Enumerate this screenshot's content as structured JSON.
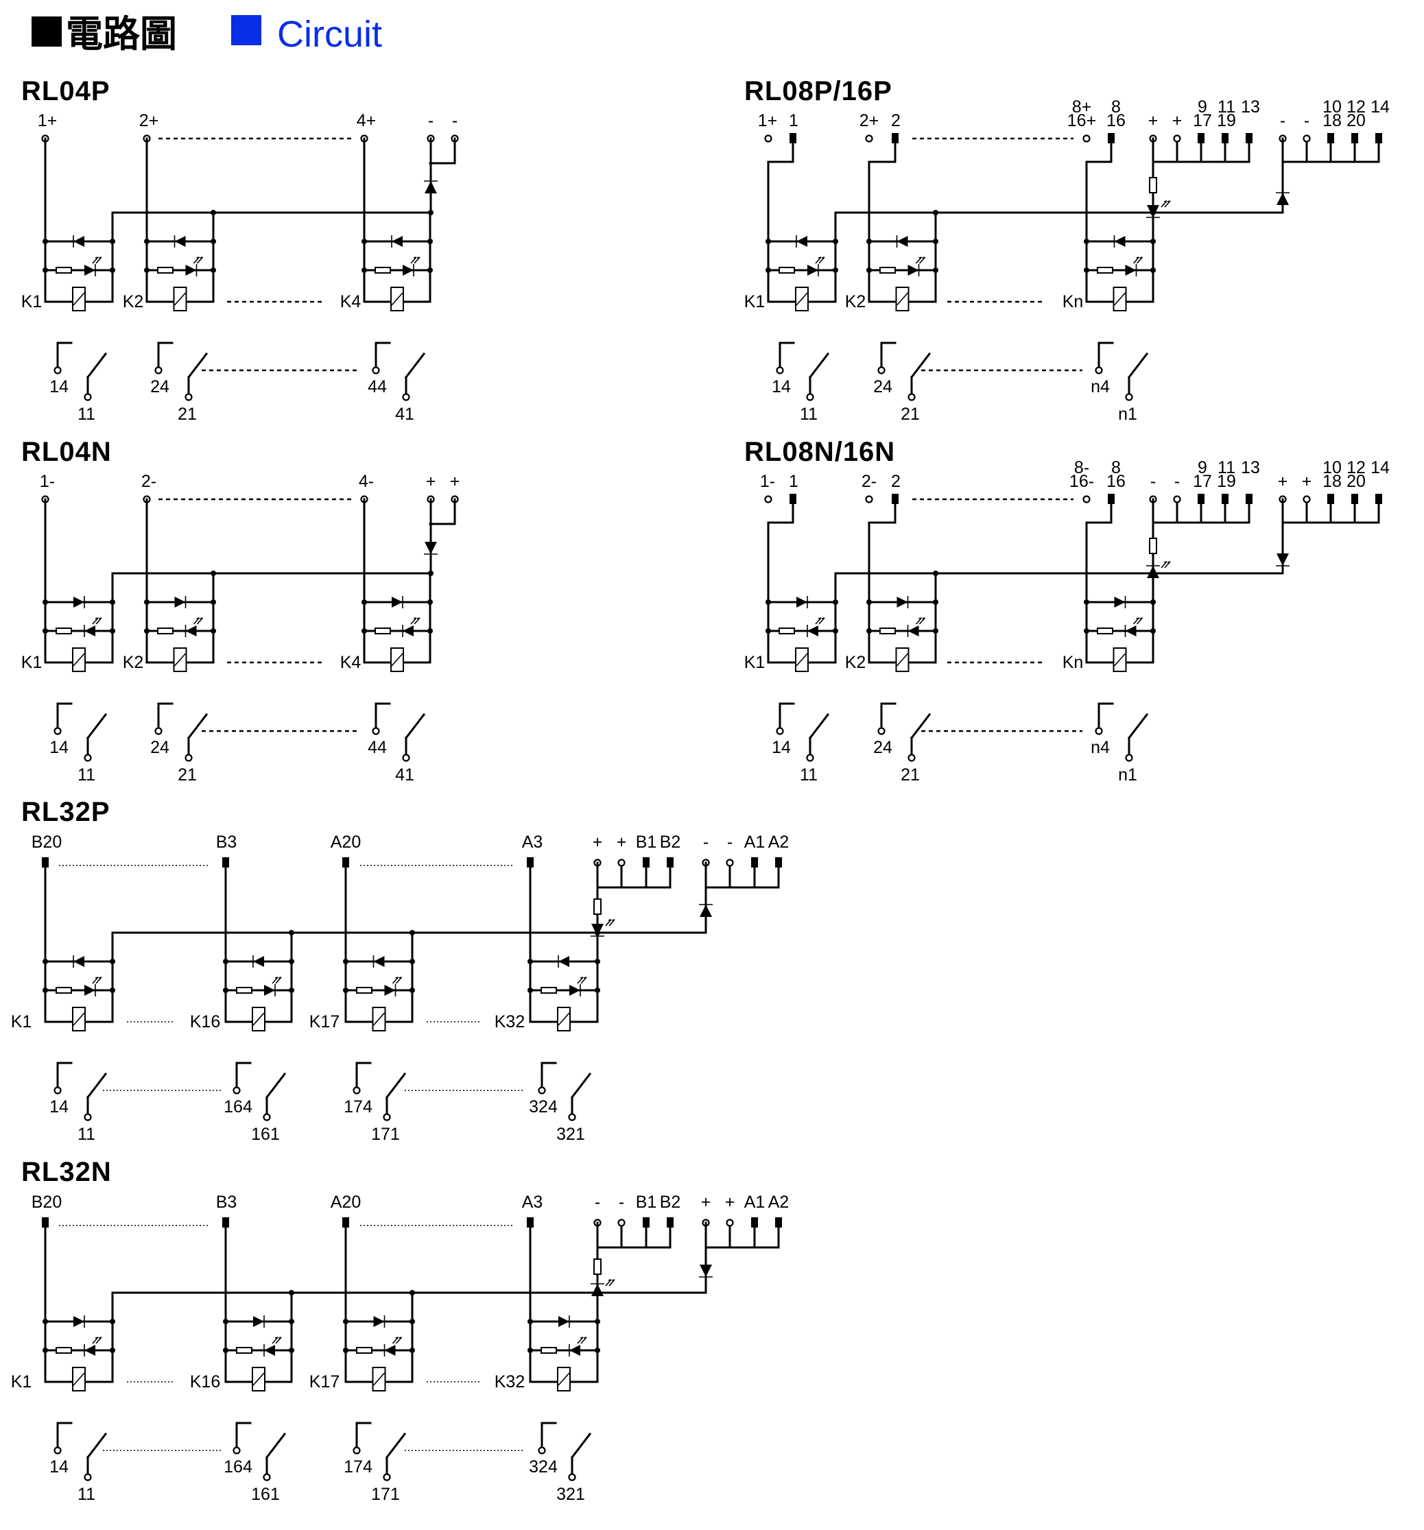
{
  "header": {
    "zh": "電路圖",
    "en": "Circuit",
    "accent": "#0a2ee6"
  },
  "titles": [
    "RL04P",
    "RL08P/16P",
    "RL04N",
    "RL08N/16N",
    "RL32P",
    "RL32N"
  ],
  "rl04p": {
    "top": [
      "1+",
      "2+",
      "4+",
      "-",
      "-"
    ],
    "relays": [
      "K1",
      "K2",
      "K4"
    ],
    "no": [
      "14",
      "24",
      "44"
    ],
    "com": [
      "11",
      "21",
      "41"
    ]
  },
  "rl04n": {
    "top": [
      "1-",
      "2-",
      "4-",
      "+",
      "+"
    ],
    "relays": [
      "K1",
      "K2",
      "K4"
    ],
    "no": [
      "14",
      "24",
      "44"
    ],
    "com": [
      "11",
      "21",
      "41"
    ]
  },
  "rl08p": {
    "a": [
      "1+",
      "2+",
      "8+",
      "16+",
      "+",
      "+",
      "-",
      "-"
    ],
    "b": [
      "1",
      "2",
      "8",
      "16",
      "9",
      "11",
      "13",
      "17",
      "19",
      "10",
      "12",
      "14",
      "18",
      "20"
    ],
    "relays": [
      "K1",
      "K2",
      "Kn"
    ],
    "no": [
      "14",
      "24",
      "n4"
    ],
    "com": [
      "11",
      "21",
      "n1"
    ]
  },
  "rl08n": {
    "a": [
      "1-",
      "2-",
      "8-",
      "16-",
      "-",
      "-",
      "+",
      "+"
    ],
    "b": [
      "1",
      "2",
      "8",
      "16",
      "9",
      "11",
      "13",
      "17",
      "19",
      "10",
      "12",
      "14",
      "18",
      "20"
    ],
    "relays": [
      "K1",
      "K2",
      "Kn"
    ],
    "no": [
      "14",
      "24",
      "n4"
    ],
    "com": [
      "11",
      "21",
      "n1"
    ]
  },
  "rl32p": {
    "top": [
      "B20",
      "B3",
      "A20",
      "A3"
    ],
    "sup1": [
      "+",
      "+",
      "B1",
      "B2"
    ],
    "sup2": [
      "-",
      "-",
      "A1",
      "A2"
    ],
    "relays": [
      "K1",
      "K16",
      "K17",
      "K32"
    ],
    "no": [
      "14",
      "164",
      "174",
      "324"
    ],
    "com": [
      "11",
      "161",
      "171",
      "321"
    ]
  },
  "rl32n": {
    "top": [
      "B20",
      "B3",
      "A20",
      "A3"
    ],
    "sup1": [
      "-",
      "-",
      "B1",
      "B2"
    ],
    "sup2": [
      "+",
      "+",
      "A1",
      "A2"
    ],
    "relays": [
      "K1",
      "K16",
      "K17",
      "K32"
    ],
    "no": [
      "14",
      "164",
      "174",
      "324"
    ],
    "com": [
      "11",
      "161",
      "171",
      "321"
    ]
  }
}
